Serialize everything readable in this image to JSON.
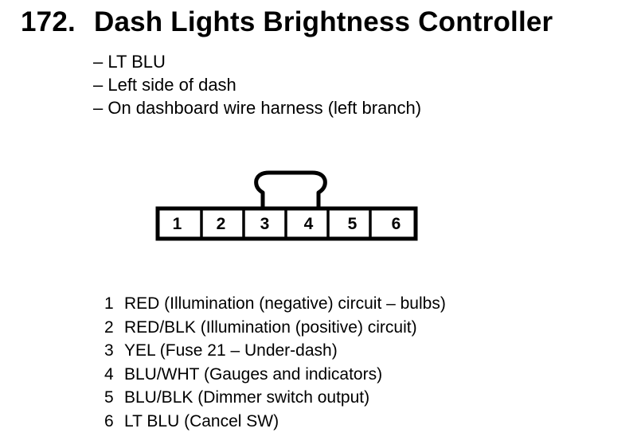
{
  "title": {
    "number": "172.",
    "text": "Dash Lights Brightness Controller"
  },
  "specs": [
    "– LT BLU",
    "– Left side of dash",
    "– On dashboard wire harness (left branch)"
  ],
  "connector": {
    "pins": [
      "1",
      "2",
      "3",
      "4",
      "5",
      "6"
    ]
  },
  "wires": [
    {
      "pin": "1",
      "desc": "RED (Illumination (negative) circuit – bulbs)"
    },
    {
      "pin": "2",
      "desc": "RED/BLK (Illumination (positive) circuit)"
    },
    {
      "pin": "3",
      "desc": "YEL (Fuse 21 – Under-dash)"
    },
    {
      "pin": "4",
      "desc": "BLU/WHT (Gauges and indicators)"
    },
    {
      "pin": "5",
      "desc": "BLU/BLK (Dimmer switch output)"
    },
    {
      "pin": "6",
      "desc": "LT BLU (Cancel SW)"
    }
  ]
}
